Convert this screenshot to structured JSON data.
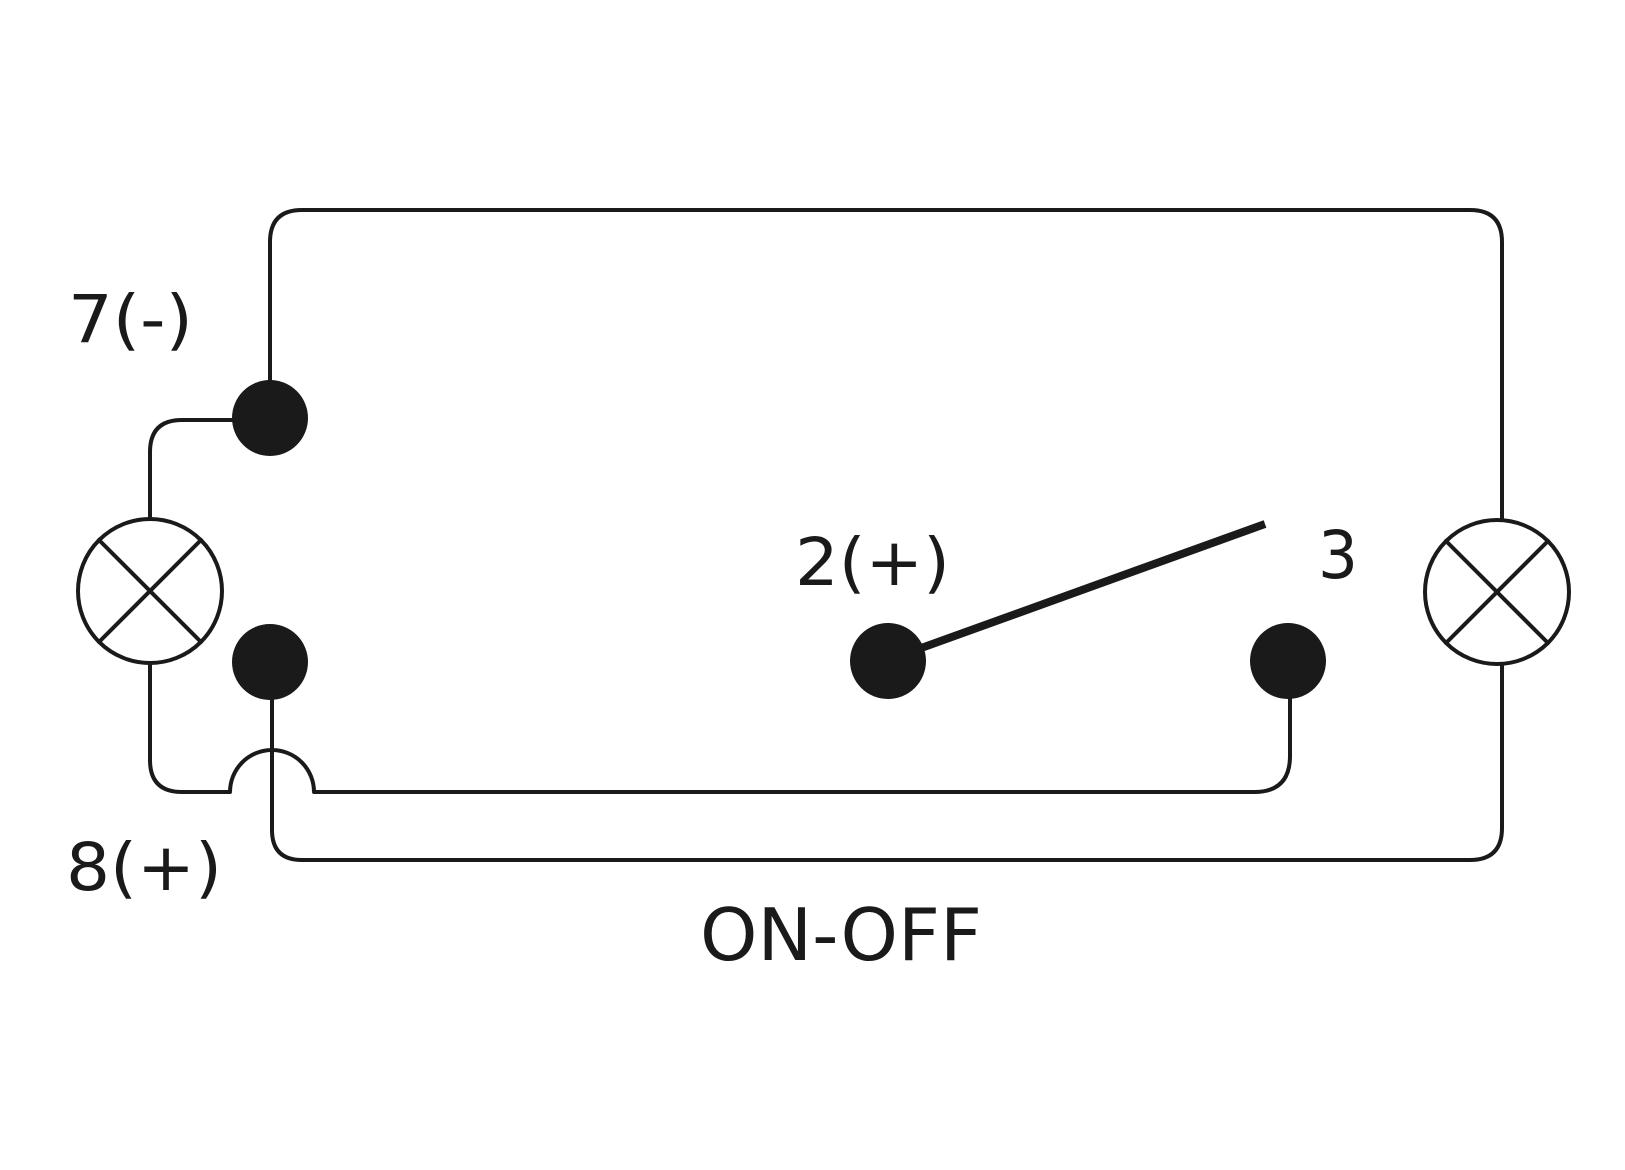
{
  "diagram": {
    "title": "ON-OFF",
    "type": "rocker switch wiring diagram",
    "colors": {
      "line": "#1a1a1a",
      "background": "#ffffff"
    },
    "terminals": [
      {
        "id": "7",
        "label": "7(-)",
        "polarity": "-"
      },
      {
        "id": "8",
        "label": "8(+)",
        "polarity": "+"
      },
      {
        "id": "2",
        "label": "2(+)",
        "polarity": "+"
      },
      {
        "id": "3",
        "label": "3",
        "polarity": ""
      }
    ],
    "lamps": [
      {
        "id": "lamp-left",
        "symbol": "lamp-x-circle"
      },
      {
        "id": "lamp-right",
        "symbol": "lamp-x-circle"
      }
    ],
    "switch": {
      "state": "open",
      "pivot": "2",
      "contact": "3"
    }
  }
}
